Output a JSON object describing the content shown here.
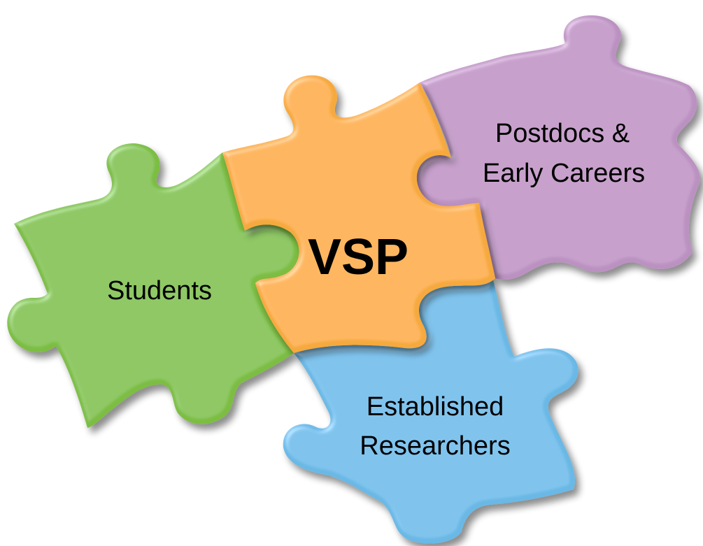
{
  "diagram": {
    "pieces": {
      "students": {
        "lines": [
          "Students"
        ],
        "color": "#7cbd43"
      },
      "vsp": {
        "lines": [
          "VSP"
        ],
        "color": "#f6a93d"
      },
      "postdocs": {
        "lines": [
          "Postdocs &",
          "Early Careers"
        ],
        "color": "#bb91c1"
      },
      "researchers": {
        "lines": [
          "Established",
          "Researchers"
        ],
        "color": "#6ab8e5"
      }
    },
    "shadow_color": "#808080"
  }
}
